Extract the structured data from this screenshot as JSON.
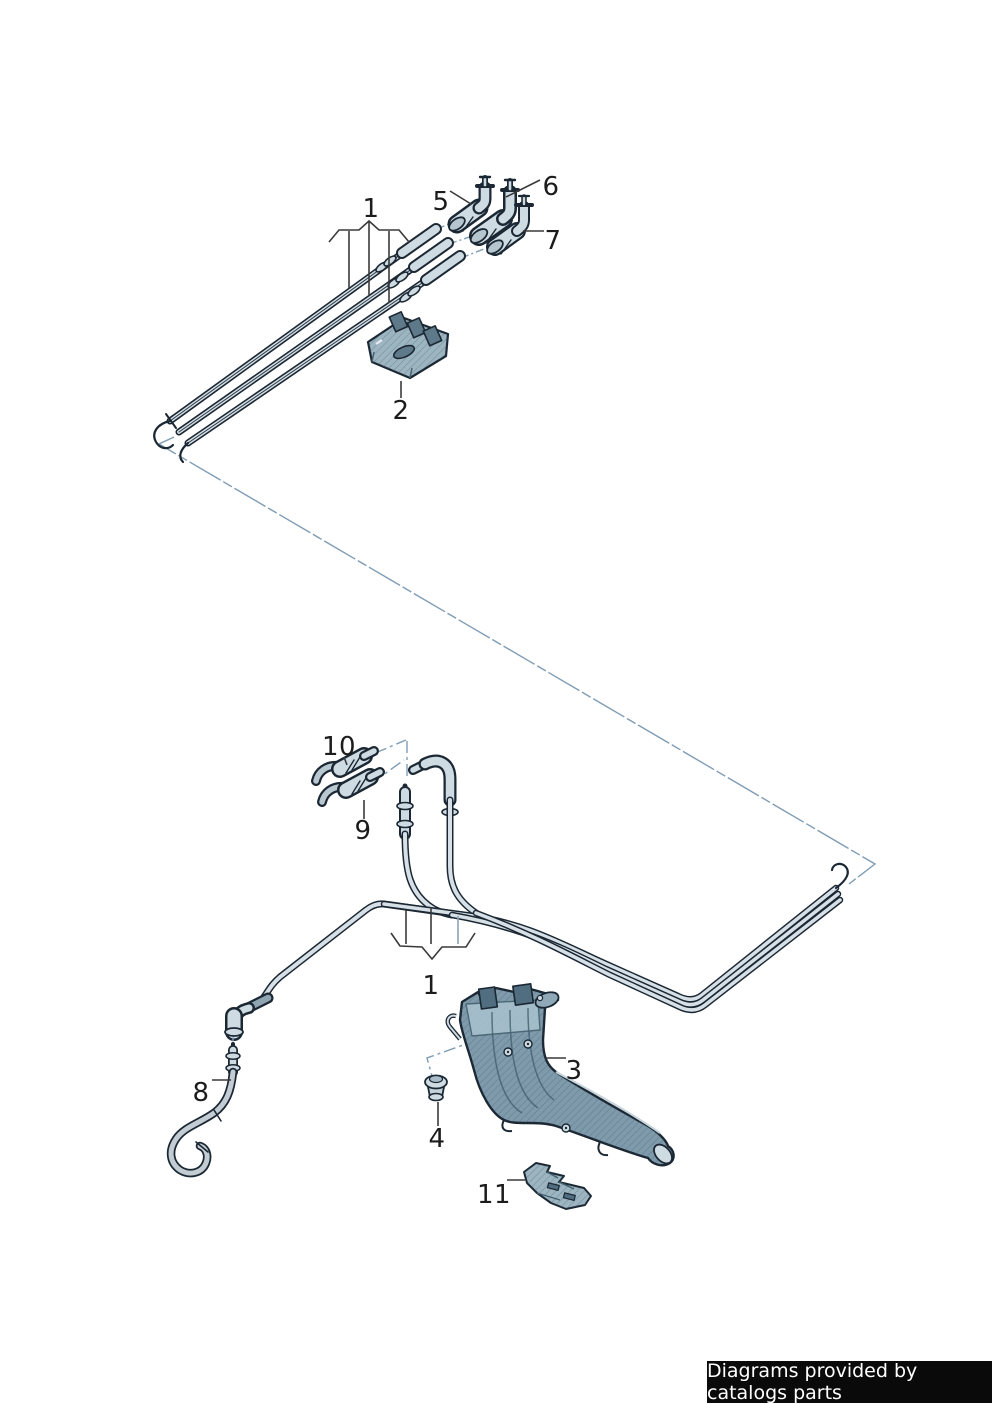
{
  "diagram": {
    "description": "Fuel line exploded parts diagram",
    "callouts": {
      "group_top": "1",
      "retaining_clip": "2",
      "protective_channel": "3",
      "grommet": "4",
      "connector_5": "5",
      "connector_6": "6",
      "connector_7": "7",
      "fuel_hose_8": "8",
      "connector_9": "9",
      "connector_10": "10",
      "bracket_11": "11",
      "group_bottom": "1"
    }
  },
  "footer": {
    "text": "Diagrams provided by catalogs parts"
  },
  "colors": {
    "outline_dark": "#1b2834",
    "tube_fill": "#d7e0e6",
    "part_fill": "#8fa9b8",
    "part_fill_light": "#9db5c1",
    "construction_line": "#7f9cb4",
    "leader_line": "#3a3a3a",
    "footer_bg": "#0a0a0a",
    "footer_fg": "#ffffff",
    "label_color": "#1c1c1c"
  }
}
